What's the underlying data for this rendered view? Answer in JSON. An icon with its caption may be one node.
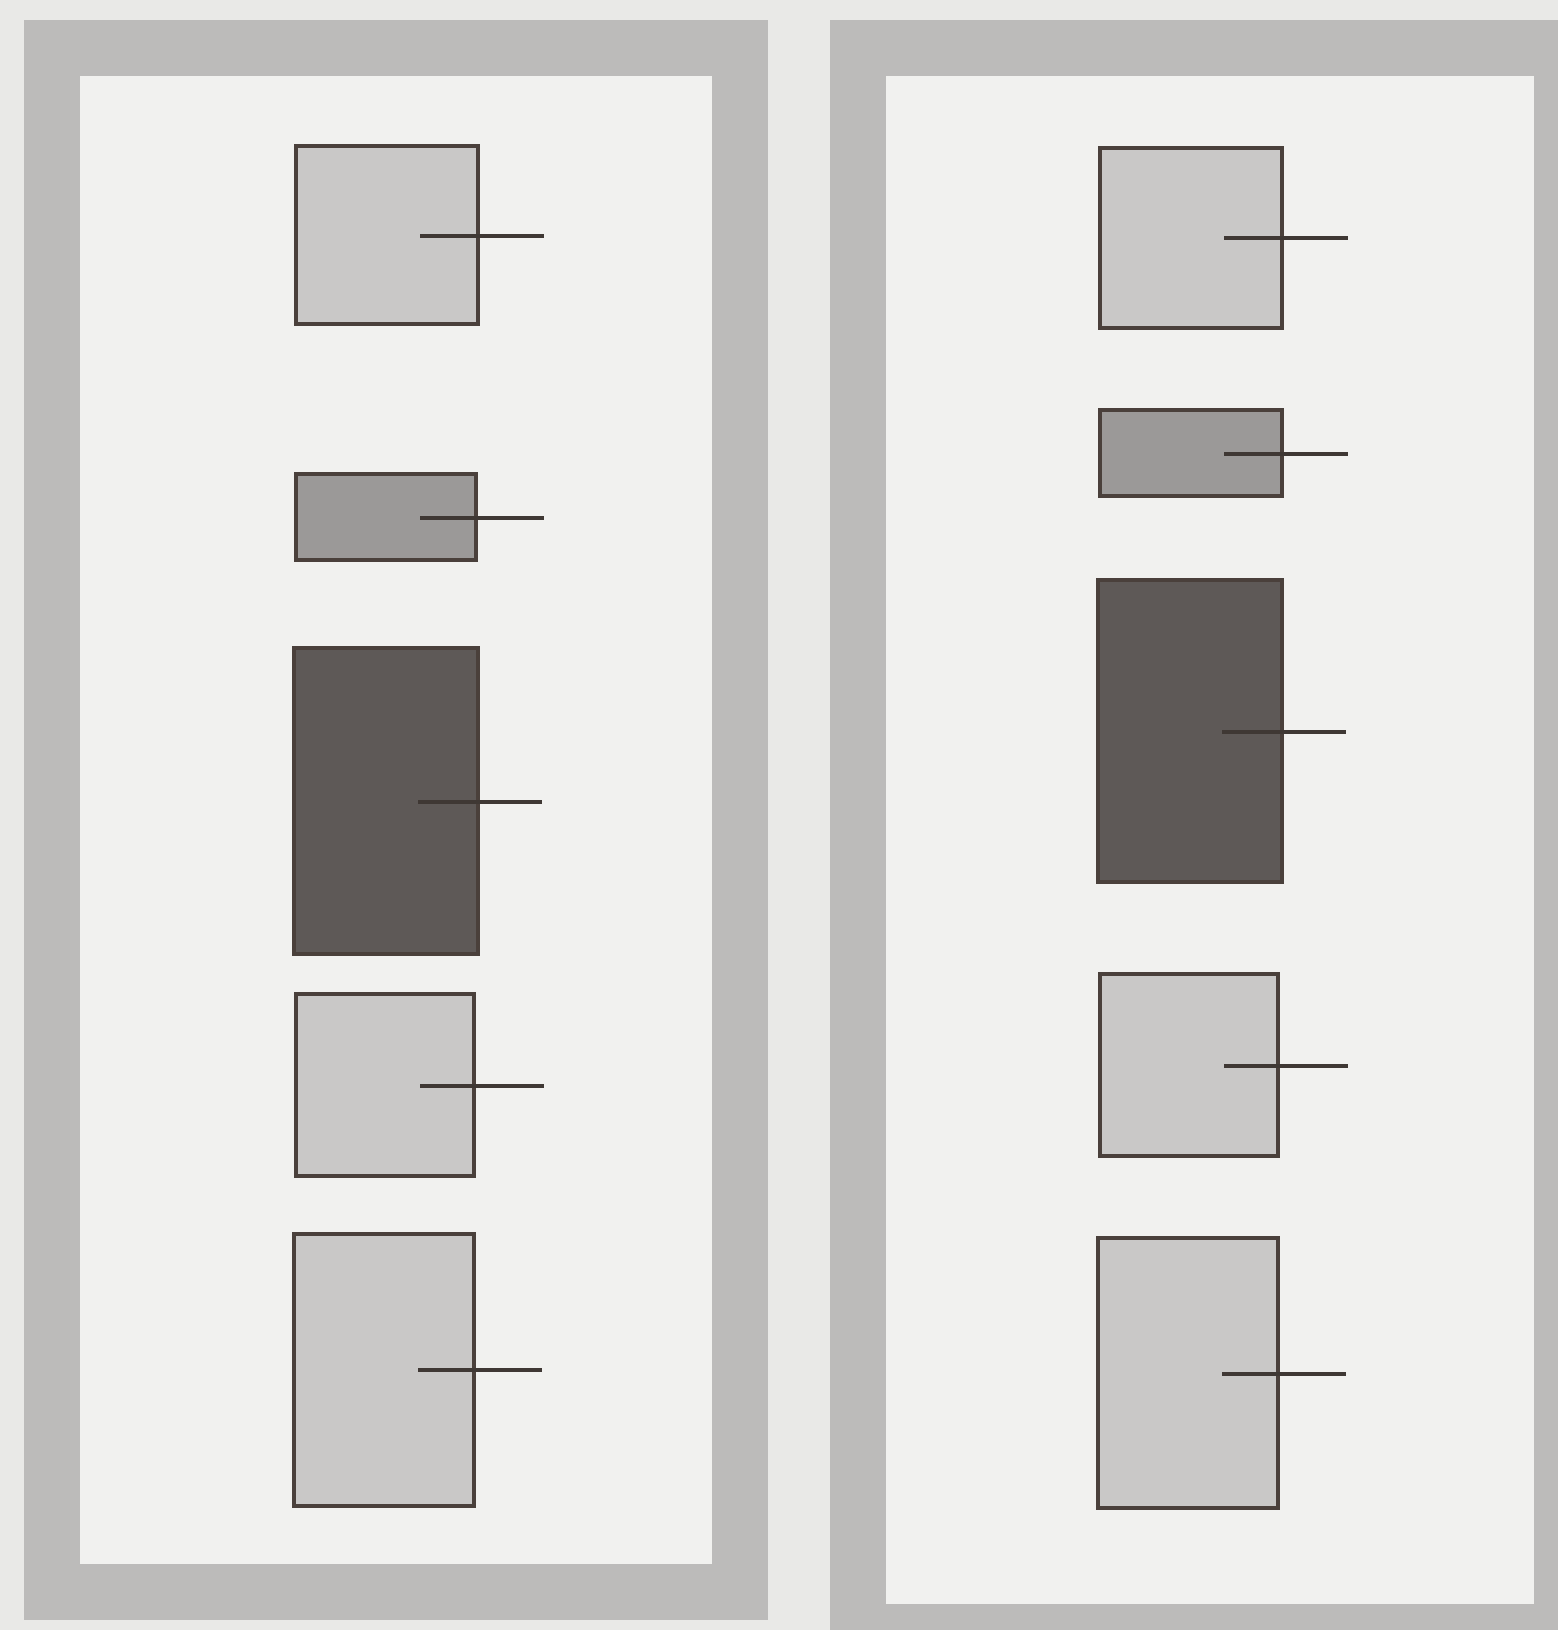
{
  "diagram": {
    "nodes": [
      {
        "text": [],
        "shape": "box"
      },
      {
        "text": [],
        "shape": "box",
        "in": 0
      },
      {
        "text": [],
        "shape": "box",
        "in": 0
      },
      {
        "text": [],
        "shape": "box",
        "in": 0
      },
      {
        "text": [],
        "shape": "box",
        "in": 0
      },
      {
        "text": [],
        "shape": "box",
        "in": 0
      },
      {
        "text": [],
        "shape": "box"
      },
      {
        "text": [],
        "shape": "box",
        "in": 6
      },
      {
        "text": [],
        "shape": "box",
        "in": 6
      },
      {
        "text": [],
        "shape": "box",
        "in": 6
      },
      {
        "text": [],
        "shape": "box",
        "in": 6
      },
      {
        "text": [],
        "shape": "box",
        "in": 6
      }
    ]
  }
}
